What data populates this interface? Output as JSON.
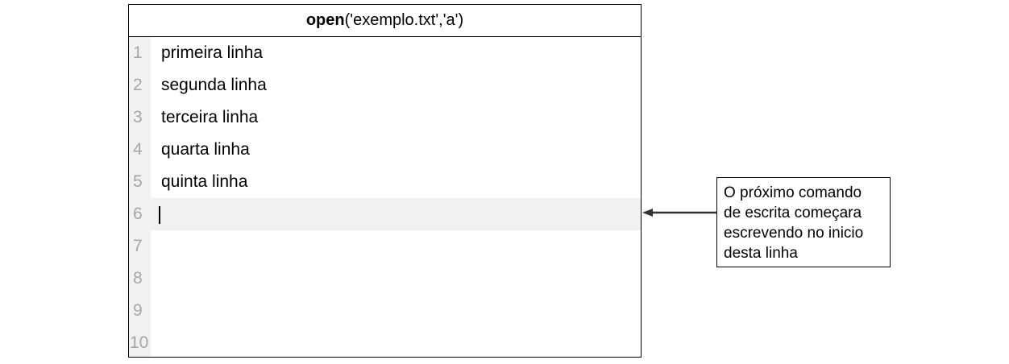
{
  "editor": {
    "title_fn": "open",
    "title_args": "('exemplo.txt','a')",
    "lines": [
      {
        "number": "1",
        "text": "primeira linha"
      },
      {
        "number": "2",
        "text": "segunda linha"
      },
      {
        "number": "3",
        "text": "terceira linha"
      },
      {
        "number": "4",
        "text": "quarta linha"
      },
      {
        "number": "5",
        "text": "quinta linha"
      },
      {
        "number": "6",
        "text": ""
      },
      {
        "number": "7",
        "text": ""
      },
      {
        "number": "8",
        "text": ""
      },
      {
        "number": "9",
        "text": ""
      },
      {
        "number": "10",
        "text": ""
      }
    ],
    "active_line": 6
  },
  "annotation": {
    "lines": [
      "O próximo comando",
      "de escrita começara",
      "escrevendo no inicio",
      "desta linha"
    ]
  },
  "colors": {
    "gutter_bg": "#f1f1f1",
    "line_number": "#a6a6a6",
    "arrow": "#333333"
  }
}
